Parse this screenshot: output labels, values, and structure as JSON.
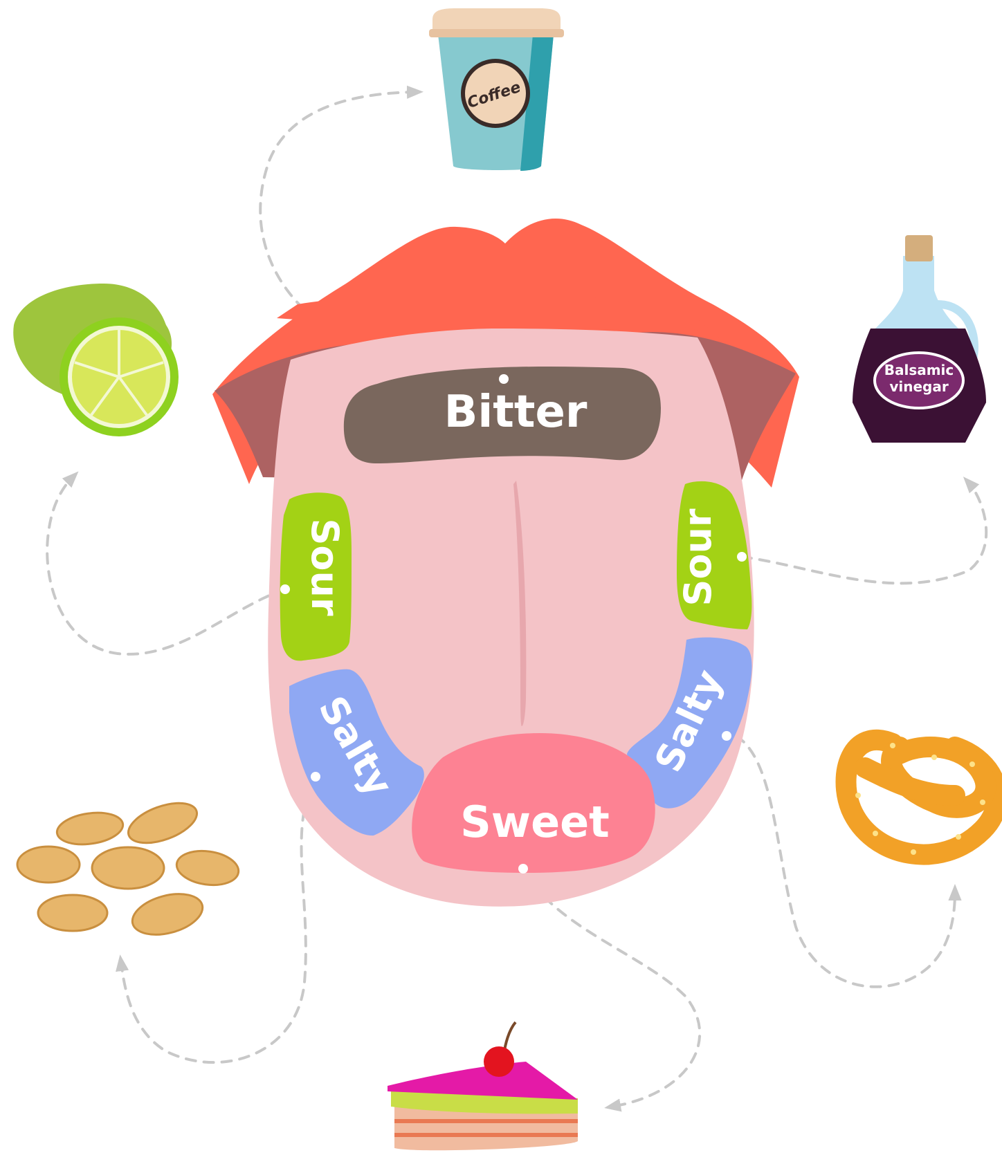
{
  "zones": {
    "bitter": "Bitter",
    "sour_left": "Sour",
    "sour_right": "Sour",
    "salty_left": "Salty",
    "salty_right": "Salty",
    "sweet": "Sweet"
  },
  "foods": {
    "coffee": "Coffee",
    "vinegar_line1": "Balsamic",
    "vinegar_line2": "vinegar"
  },
  "colors": {
    "lips": "#ff6650",
    "mouth_inner": "#ad6262",
    "tongue": "#f4c3c7",
    "bitter": "#7a675d",
    "sour": "#a3d215",
    "salty": "#8fa8f3",
    "sweet": "#fd8293",
    "arrows": "#c8c8c8"
  }
}
